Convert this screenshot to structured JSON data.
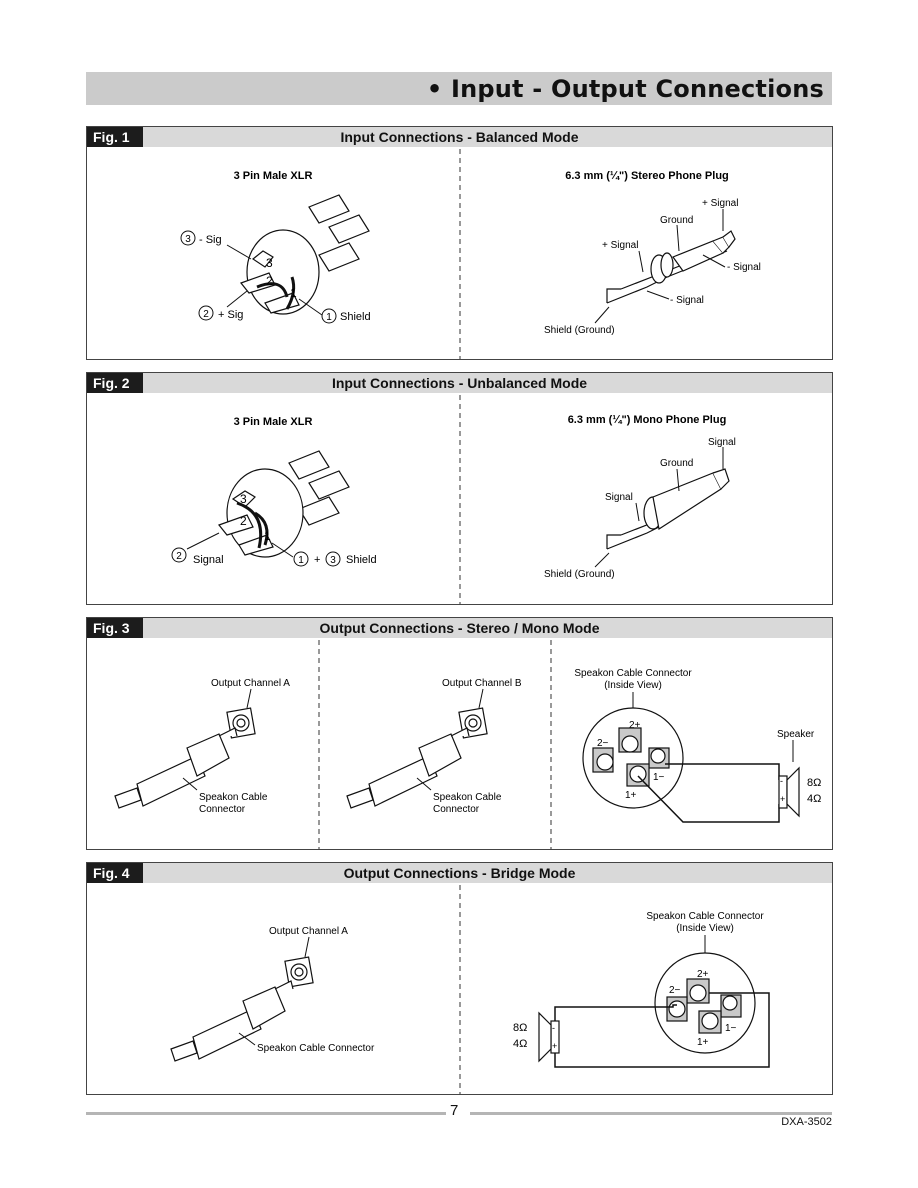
{
  "page_title": "• Input - Output Connections",
  "page_number": "7",
  "model": "DXA-3502",
  "fig1": {
    "label": "Fig. 1",
    "title": "Input Connections - Balanced Mode",
    "left_heading": "3 Pin Male XLR",
    "right_heading": "6.3 mm (¼\") Stereo Phone Plug",
    "pin3_label": "- Sig",
    "pin2_label": "+ Sig",
    "pin1_label": "Shield",
    "plug_plus_signal_top": "+ Signal",
    "plug_ground": "Ground",
    "plug_plus_signal_left": "+ Signal",
    "plug_minus_signal_right": "- Signal",
    "plug_minus_signal_lower": "- Signal",
    "plug_shield": "Shield (Ground)"
  },
  "fig2": {
    "label": "Fig. 2",
    "title": "Input Connections - Unbalanced Mode",
    "left_heading": "3 Pin Male XLR",
    "right_heading": "6.3 mm (¼\") Mono Phone Plug",
    "pin2_label": "Signal",
    "pin13_plus": "+",
    "pin13_label": "Shield",
    "plug_signal_top": "Signal",
    "plug_ground": "Ground",
    "plug_signal_left": "Signal",
    "plug_shield": "Shield (Ground)"
  },
  "fig3": {
    "label": "Fig. 3",
    "title": "Output Connections - Stereo / Mono Mode",
    "channel_a": "Output Channel A",
    "channel_b": "Output Channel B",
    "cable_connector_a_1": "Speakon Cable",
    "cable_connector_a_2": "Connector",
    "cable_connector_b_1": "Speakon Cable",
    "cable_connector_b_2": "Connector",
    "speakon_heading_1": "Speakon Cable Connector",
    "speakon_heading_2": "(Inside View)",
    "speaker": "Speaker",
    "term_2plus": "2+",
    "term_2minus": "2−",
    "term_1plus": "1+",
    "term_1minus": "1−",
    "ohm_8": "8Ω",
    "ohm_4": "4Ω",
    "spk_minus": "-",
    "spk_plus": "+"
  },
  "fig4": {
    "label": "Fig. 4",
    "title": "Output Connections - Bridge Mode",
    "channel_a": "Output Channel A",
    "cable_connector": "Speakon Cable Connector",
    "speakon_heading_1": "Speakon Cable Connector",
    "speakon_heading_2": "(Inside View)",
    "term_2plus": "2+",
    "term_2minus": "2−",
    "term_1plus": "1+",
    "term_1minus": "1−",
    "ohm_8": "8Ω",
    "ohm_4": "4Ω",
    "spk_minus": "-",
    "spk_plus": "+"
  },
  "pin_numbers": {
    "one": "1",
    "two": "2",
    "three": "3"
  }
}
